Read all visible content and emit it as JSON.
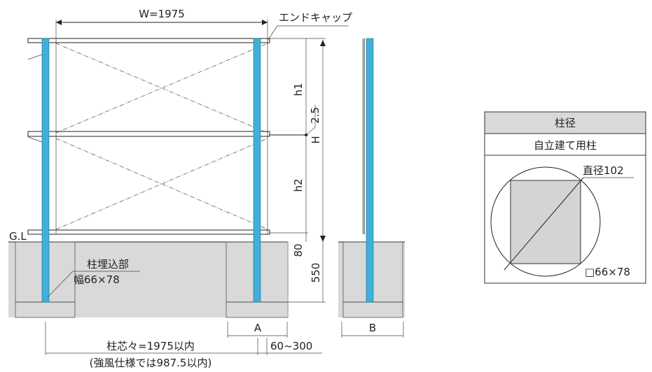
{
  "front_view": {
    "width_label": "W=1975",
    "end_cap_label": "エンドキャップ",
    "h1_label": "h1",
    "h2_label": "h2",
    "gap_label": "2.5",
    "height_label": "H",
    "ground_line_label": "G.L",
    "above_ground_label": "80",
    "embed_depth_label": "550",
    "embed_part_label": "柱埋込部",
    "embed_width_label": "幅66×78",
    "footing_a_label": "A",
    "post_pitch_label": "柱芯々=1975以内",
    "post_pitch_note": "(強風仕様では987.5以内)",
    "offset_label": "60~300"
  },
  "side_view": {
    "footing_b_label": "B"
  },
  "post_table": {
    "header": "柱径",
    "row_label": "自立建て用柱",
    "diameter_label": "直径102",
    "section_label": "□66×78"
  },
  "colors": {
    "post": "#3fb0d9",
    "ground": "#d9d9d9"
  }
}
